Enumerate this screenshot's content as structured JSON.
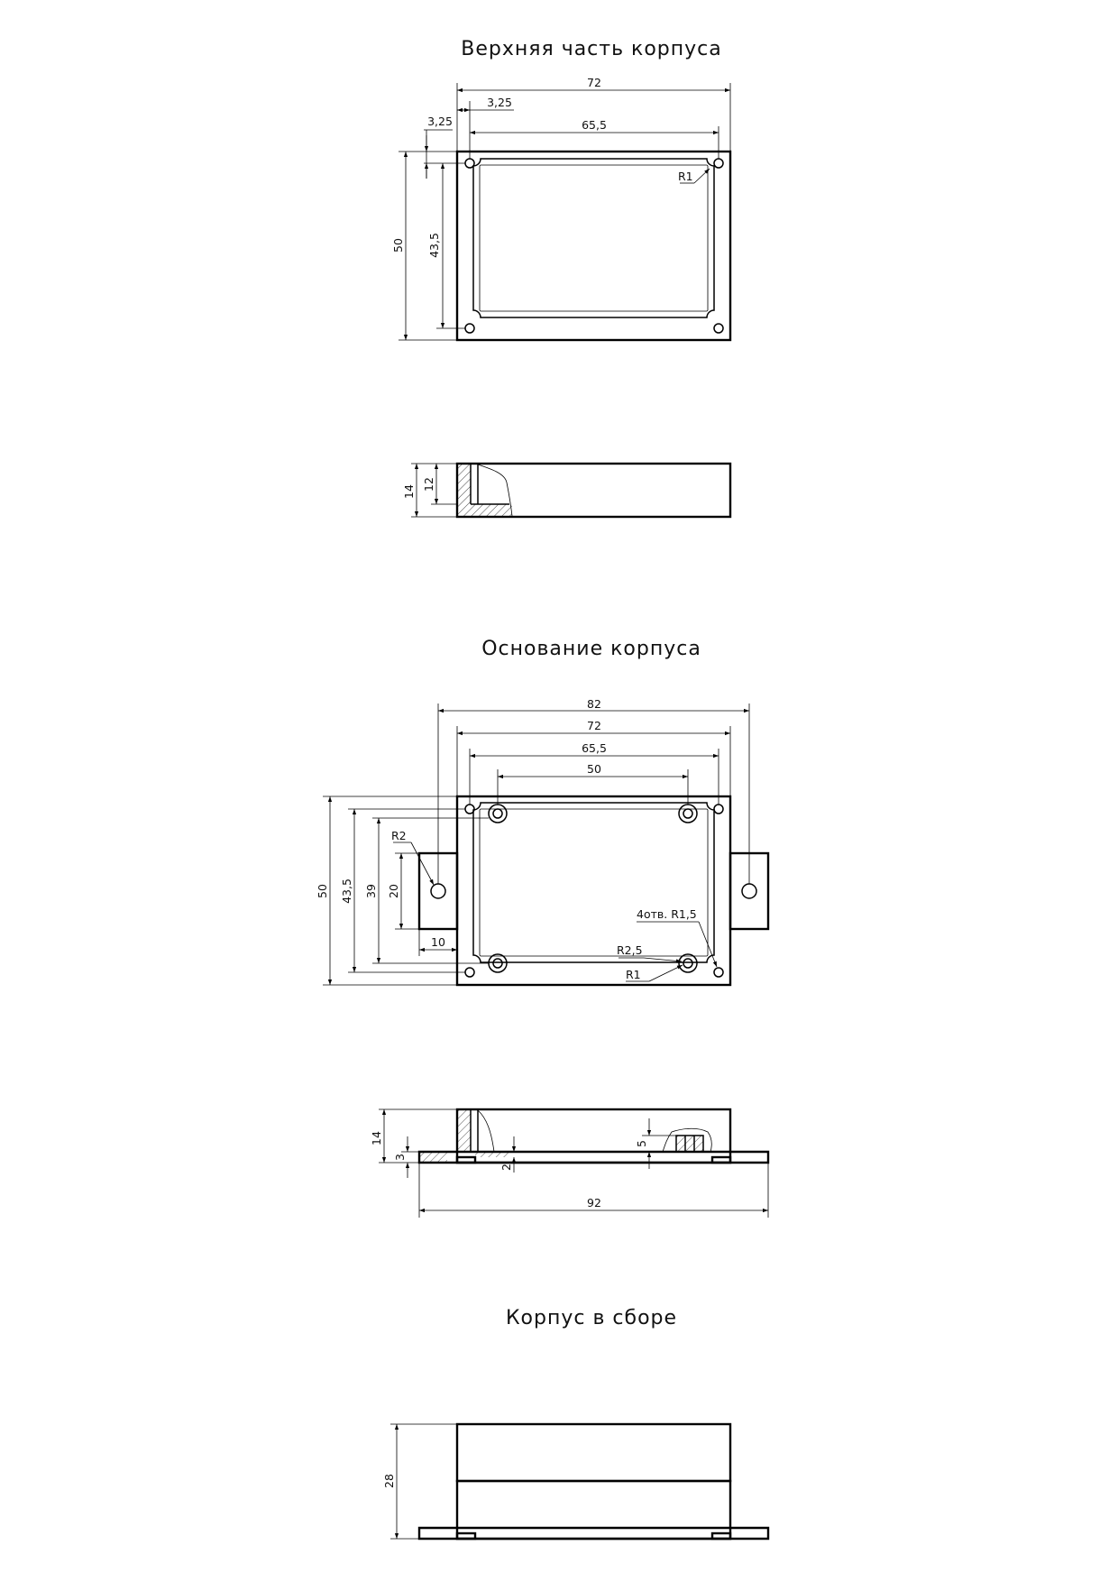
{
  "titles": {
    "top_part": "Верхняя часть корпуса",
    "base": "Основание корпуса",
    "assembly": "Корпус в сборе"
  },
  "top_view_dims": {
    "width": "72",
    "offset_x": "3,25",
    "offset_y": "3,25",
    "hole_spacing_x": "65,5",
    "height": "50",
    "hole_spacing_y": "43,5",
    "radius": "R1"
  },
  "top_side_dims": {
    "height": "14",
    "inner_height": "12"
  },
  "base_view_dims": {
    "overall_width": "82",
    "width": "72",
    "hole_spacing_x": "65,5",
    "boss_spacing_x": "50",
    "height": "50",
    "hole_spacing_y": "43,5",
    "boss_spacing_y": "39",
    "ear_height": "20",
    "ear_width": "10",
    "ear_radius": "R2",
    "holes_note": "4отв. R1,5",
    "boss_radius": "R2,5",
    "corner_radius": "R1"
  },
  "base_side_dims": {
    "height": "14",
    "flange": "3",
    "boss_height": "5",
    "floor": "2",
    "overall_length": "92"
  },
  "assembly_dims": {
    "height": "28"
  }
}
